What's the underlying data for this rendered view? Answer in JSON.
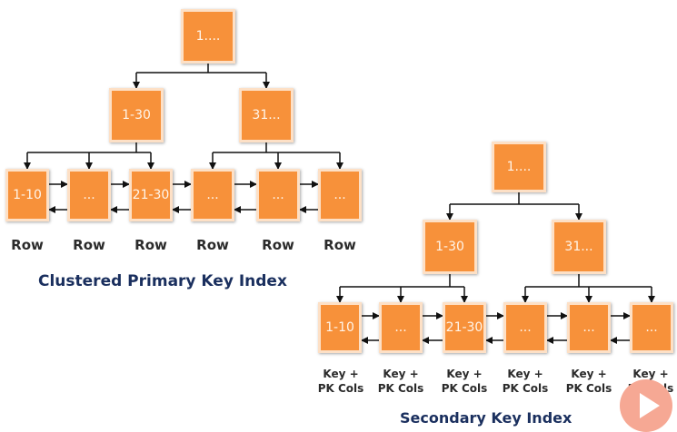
{
  "colors": {
    "node_fill": "#f7913a",
    "node_border": "#fde0c6",
    "caption": "#1a2f5e",
    "play_button": "#f6a894"
  },
  "clustered": {
    "root": "1....",
    "branches": [
      "1-30",
      "31..."
    ],
    "leaves": [
      "1-10",
      "...",
      "21-30",
      "...",
      "...",
      "..."
    ],
    "leaf_labels": [
      "Row",
      "Row",
      "Row",
      "Row",
      "Row",
      "Row"
    ],
    "caption": "Clustered Primary Key Index"
  },
  "secondary": {
    "root": "1....",
    "branches": [
      "1-30",
      "31..."
    ],
    "leaves": [
      "1-10",
      "...",
      "21-30",
      "...",
      "...",
      "..."
    ],
    "leaf_labels": [
      {
        "line1": "Key +",
        "line2": "PK Cols"
      },
      {
        "line1": "Key +",
        "line2": "PK Cols"
      },
      {
        "line1": "Key +",
        "line2": "PK Cols"
      },
      {
        "line1": "Key +",
        "line2": "PK Cols"
      },
      {
        "line1": "Key +",
        "line2": "PK Cols"
      },
      {
        "line1": "Key +",
        "line2": "PK Cols"
      }
    ],
    "caption": "Secondary Key Index"
  },
  "overlay": {
    "icon": "play-icon"
  }
}
